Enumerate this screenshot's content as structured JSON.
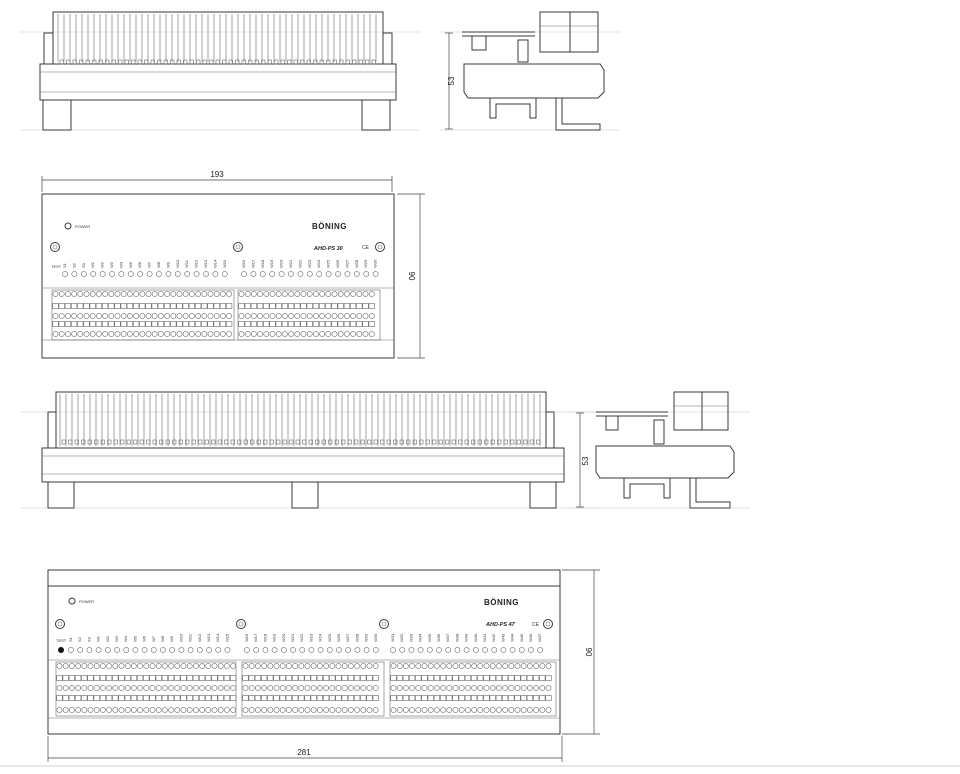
{
  "drawing": {
    "units_note": "",
    "module_ps30": {
      "brand": "BÖNING",
      "model": "AHD-PS 30",
      "power_label": "POWER",
      "ce_mark": "CE",
      "test_label": "TEST",
      "width_dim": "193",
      "depth_dim": "90",
      "height_dim": "53",
      "top_labels_left": [
        "S1",
        "S2",
        "S3",
        "W1",
        "W2",
        "W3",
        "W4",
        "W5",
        "W6",
        "W7",
        "W8",
        "W9",
        "W10",
        "W11",
        "W12",
        "W13",
        "W14",
        "W15"
      ],
      "top_labels_right": [
        "W16",
        "W17",
        "W18",
        "W19",
        "W20",
        "W21",
        "W22",
        "W23",
        "W24",
        "W25",
        "W26",
        "W27",
        "W28",
        "W29",
        "W30"
      ]
    },
    "module_ps47": {
      "brand": "BÖNING",
      "model": "AHD-PS 47",
      "power_label": "POWER",
      "ce_mark": "CE",
      "test_label": "TEST",
      "width_dim": "281",
      "depth_dim": "90",
      "height_dim": "53",
      "top_labels_left": [
        "S1",
        "S2",
        "S3",
        "W1",
        "W2",
        "W3",
        "W4",
        "W5",
        "W6",
        "W7",
        "W8",
        "W9",
        "W10",
        "W11",
        "W12",
        "W13",
        "W14",
        "W15"
      ],
      "top_labels_mid": [
        "W16",
        "W17",
        "W18",
        "W19",
        "W20",
        "W21",
        "W22",
        "W23",
        "W24",
        "W25",
        "W26",
        "W27",
        "W28",
        "W29",
        "W30"
      ],
      "top_labels_right": [
        "W31",
        "W32",
        "W33",
        "W34",
        "W35",
        "W36",
        "W37",
        "W38",
        "W39",
        "W40",
        "W41",
        "W42",
        "W43",
        "W44",
        "W45",
        "W46",
        "W47"
      ]
    }
  }
}
